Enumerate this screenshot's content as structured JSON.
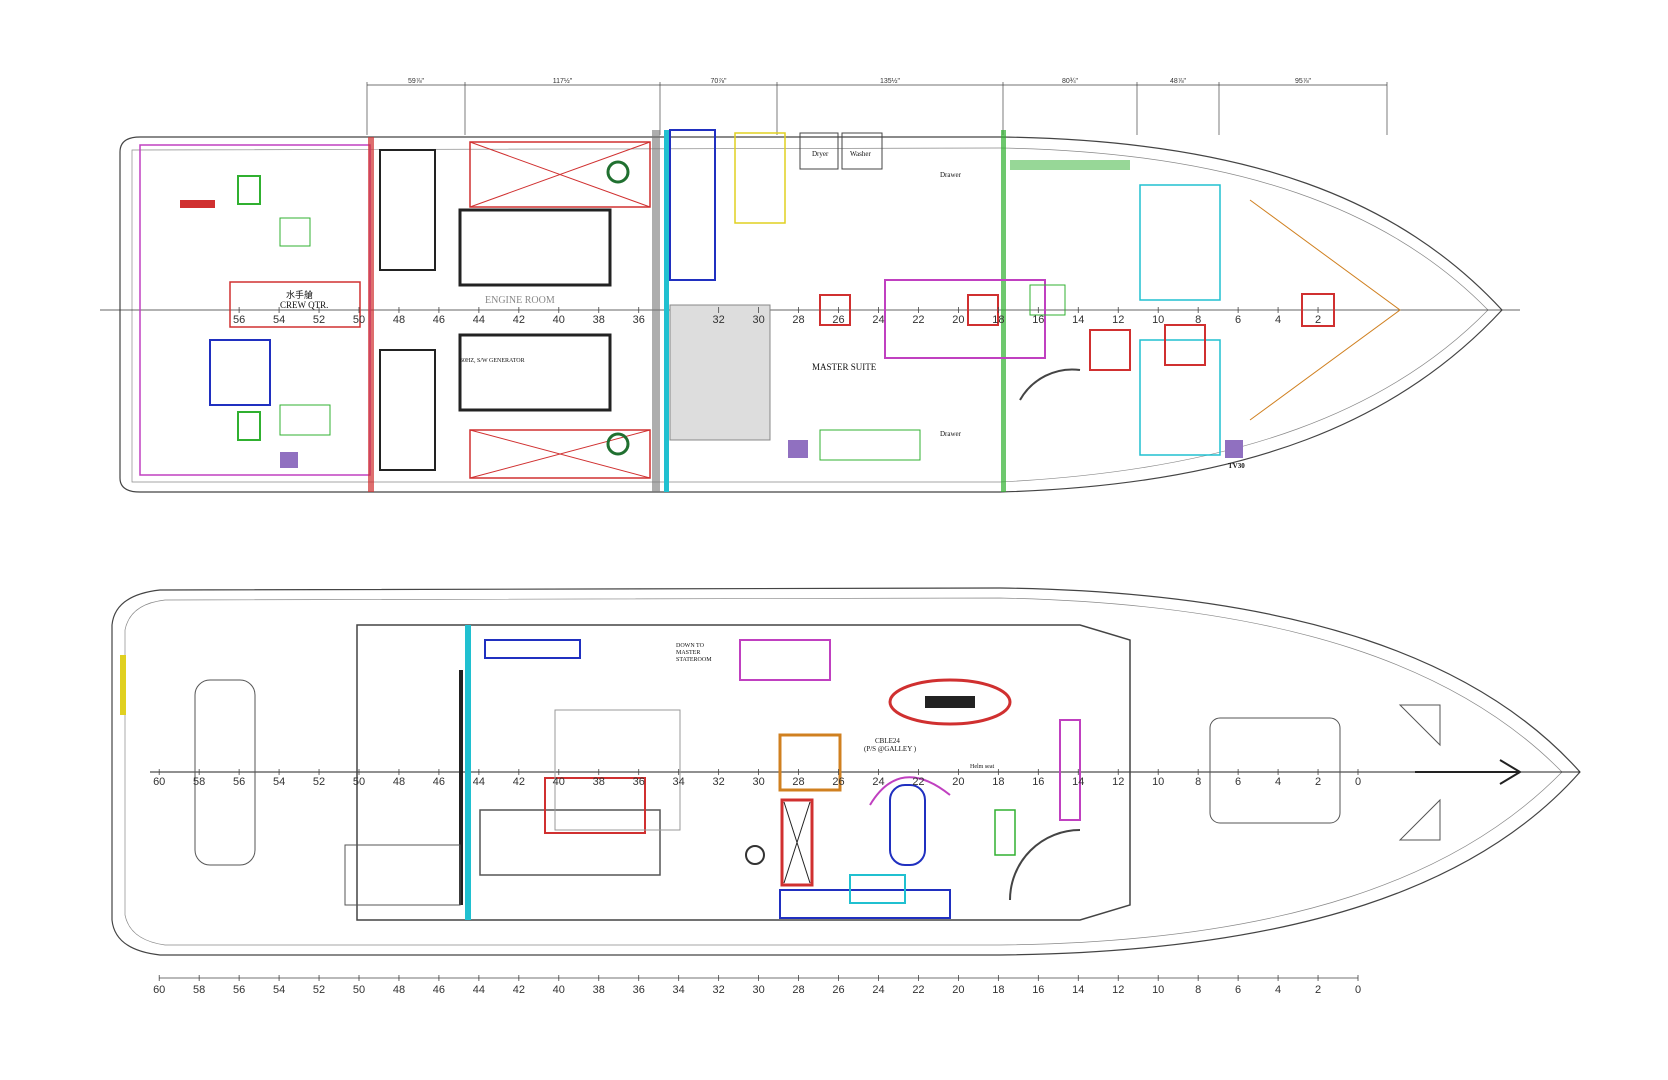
{
  "colors": {
    "red": "#d03030",
    "magenta": "#c040c0",
    "blue": "#2030c0",
    "cyan": "#20c0d0",
    "green": "#30b030",
    "orange": "#d08020",
    "yellow": "#e0d020",
    "purple": "#9070c0",
    "gray": "#555555"
  },
  "dimensions": [
    "59⅞\"",
    "117½\"",
    "70⅞\"",
    "135½\"",
    "80¾\"",
    "48⅞\"",
    "95⅞\""
  ],
  "upper_plan": {
    "stations": [
      56,
      54,
      52,
      50,
      48,
      46,
      44,
      42,
      40,
      38,
      36,
      32,
      30,
      28,
      26,
      24,
      22,
      20,
      18,
      16,
      14,
      12,
      10,
      8,
      6,
      4,
      2
    ],
    "labels": {
      "crew_cn": "水手艙",
      "crew": "CREW QTR.",
      "engine_room": "ENGINE ROOM",
      "dryer": "Dryer",
      "washer": "Washer",
      "drawer1": "Drawer",
      "drawer2": "Drawer",
      "master_suite": "MASTER SUITE",
      "generator": "60HZ, S/W GENERATOR",
      "tv": "TV30"
    }
  },
  "lower_plan": {
    "stations": [
      60,
      58,
      56,
      54,
      52,
      50,
      48,
      46,
      44,
      42,
      40,
      38,
      36,
      34,
      32,
      30,
      28,
      26,
      24,
      22,
      20,
      18,
      16,
      14,
      12,
      10,
      8,
      6,
      4,
      2,
      0
    ],
    "labels": {
      "down_to": "DOWN TO",
      "master": "MASTER",
      "stateroom": "STATEROOM",
      "cable": "CBLE24",
      "galley": "(P/S @GALLEY )",
      "helm_seat": "Helm seat"
    }
  },
  "scale_ruler": {
    "ticks": [
      60,
      58,
      56,
      54,
      52,
      50,
      48,
      46,
      44,
      42,
      40,
      38,
      36,
      34,
      32,
      30,
      28,
      26,
      24,
      22,
      20,
      18,
      16,
      14,
      12,
      10,
      8,
      6,
      4,
      2,
      0
    ]
  }
}
